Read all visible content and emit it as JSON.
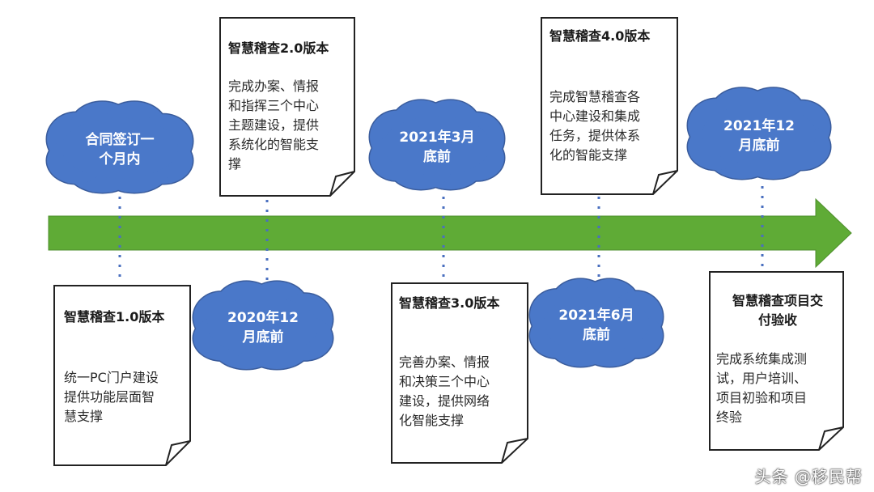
{
  "colors": {
    "arrow": "#5fab36",
    "cloud_fill": "#4a78c9",
    "cloud_stroke": "#3a5c9c",
    "connector": "#4a6fbf",
    "card_border": "#222222"
  },
  "milestones": {
    "m1": "合同签订一\n个月内",
    "m2": "2020年12\n月底前",
    "m3": "2021年3月\n底前",
    "m4": "2021年6月\n底前",
    "m5": "2021年12\n月底前"
  },
  "cards": {
    "v1": {
      "title": "智慧稽查1.0版本",
      "body": "统一PC门户建设\n提供功能层面智\n慧支撑"
    },
    "v2": {
      "title": "智慧稽查2.0版本",
      "body": "完成办案、情报\n和指挥三个中心\n主题建设，提供\n系统化的智能支\n撑"
    },
    "v3": {
      "title": "智慧稽查3.0版本",
      "body": "完善办案、情报\n和决策三个中心\n建设，提供网络\n化智能支撑"
    },
    "v4": {
      "title": "智慧稽查4.0版本",
      "body": "完成智慧稽查各\n中心建设和集成\n任务，提供体系\n化的智能支撑"
    },
    "v5": {
      "title": "智慧稽查项目交\n付验收",
      "body": "完成系统集成测\n试，用户培训、\n项目初验和项目\n终验"
    }
  },
  "watermark": "头条 @移民帮"
}
